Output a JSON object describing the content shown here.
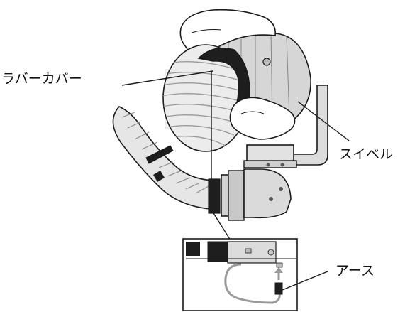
{
  "callouts": {
    "rubber_cover": "ラバーカバー",
    "swivel": "スイベル",
    "earth": "アース"
  },
  "parts": {
    "hands": "hand-icon",
    "duct_hose": "flexible-hose",
    "swivel_elbow": "elbow-joint",
    "mount_bracket": "l-bracket",
    "ground_wire": "ground-wire",
    "inset": "inset-detail"
  },
  "colors": {
    "line": "#1a1a1a",
    "metal": "#d9d9d9",
    "metal_dark": "#b3b3b3",
    "rubber": "#1e1e1e",
    "hose": "#e6e6e6",
    "ground_wire": "#9a9a9a"
  }
}
